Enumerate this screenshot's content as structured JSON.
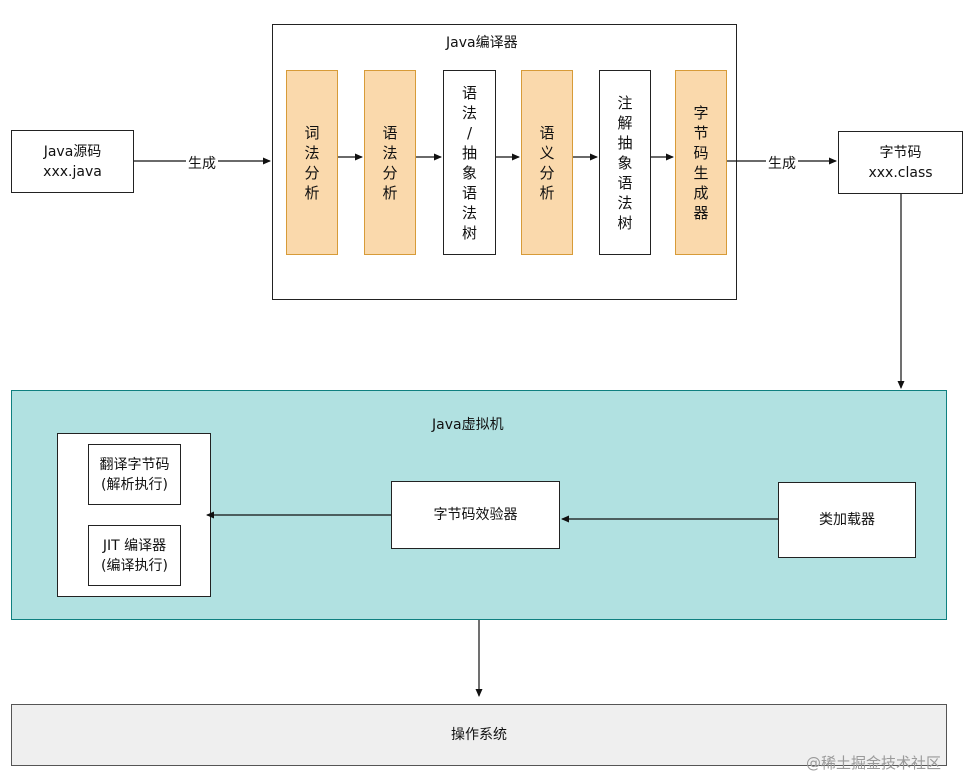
{
  "source_box": {
    "line1": "Java源码",
    "line2": "xxx.java"
  },
  "edge_label_generate_1": "生成",
  "compiler": {
    "title": "Java编译器",
    "steps": [
      {
        "label": "词\n法\n分\n析",
        "style": "orange"
      },
      {
        "label": "语\n法\n分\n析",
        "style": "orange"
      },
      {
        "label": "语\n法\n/\n抽\n象\n语\n法\n树",
        "style": "white"
      },
      {
        "label": "语\n义\n分\n析",
        "style": "orange"
      },
      {
        "label": "注\n解\n抽\n象\n语\n法\n树",
        "style": "white"
      },
      {
        "label": "字\n节\n码\n生\n成\n器",
        "style": "orange"
      }
    ]
  },
  "edge_label_generate_2": "生成",
  "bytecode_box": {
    "line1": "字节码",
    "line2": "xxx.class"
  },
  "jvm": {
    "title": "Java虚拟机",
    "interpret_box": {
      "line1": "翻译字节码",
      "line2": "(解析执行)"
    },
    "jit_box": {
      "line1": "JIT 编译器",
      "line2": "(编译执行)"
    },
    "verifier_box": "字节码效验器",
    "loader_box": "类加载器"
  },
  "os": {
    "label": "操作系统"
  },
  "watermark": "@稀土掘金技术社区",
  "colors": {
    "orange_fill": "#fad9ac",
    "orange_border": "#d79b38",
    "jvm_fill": "#b1e1e1",
    "jvm_border": "#0f8080",
    "os_fill": "#efefef"
  }
}
